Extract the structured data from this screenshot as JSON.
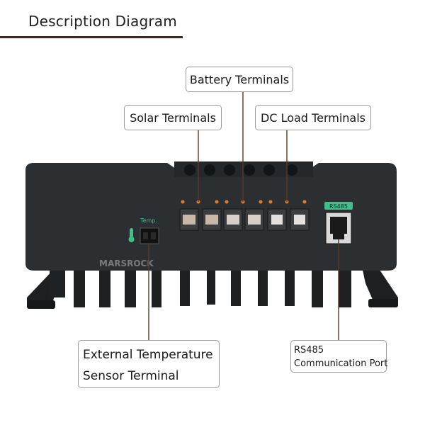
{
  "header": {
    "title": "Description Diagram"
  },
  "callouts": {
    "battery": "Battery Terminals",
    "solar": "Solar Terminals",
    "dc_load": "DC Load Terminals",
    "sensor_line1": "External Temperature",
    "sensor_line2": "Sensor Terminal",
    "rs485_line1": "RS485",
    "rs485_line2": "Communication Port"
  },
  "device": {
    "temp_label": "Temp.",
    "rs485_label": "RS485",
    "watermark": "MARSROCK"
  },
  "colors": {
    "body": "#2b2f31",
    "heatsink": "#1d1f21",
    "leader": "#5a3a26",
    "marker": "#e07a2c",
    "rs485_badge": "#3fbf8a"
  }
}
